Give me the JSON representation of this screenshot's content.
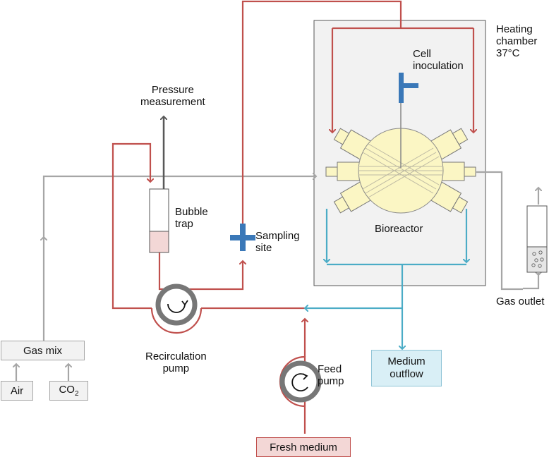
{
  "labels": {
    "heating_chamber": [
      "Heating",
      "chamber",
      "37°C"
    ],
    "cell_inoculation": [
      "Cell",
      "inoculation"
    ],
    "pressure_measurement": [
      "Pressure",
      "measurement"
    ],
    "bubble_trap": [
      "Bubble",
      "trap"
    ],
    "sampling_site": [
      "Sampling",
      "site"
    ],
    "bioreactor": "Bioreactor",
    "gas_outlet": "Gas outlet",
    "recirculation_pump": [
      "Recirculation",
      "pump"
    ],
    "feed_pump": [
      "Feed",
      "pump"
    ]
  },
  "boxes": {
    "gas_mix": "Gas mix",
    "air": "Air",
    "co2_main": "CO",
    "co2_sub": "2",
    "medium_outflow": [
      "Medium",
      "outflow"
    ],
    "fresh_medium": "Fresh medium"
  },
  "colors": {
    "medium_line": "#c0504d",
    "gas_line": "#a6a6a6",
    "outflow_line": "#4bacc6",
    "pressure_line": "#595959",
    "valve": "#3a78b8",
    "chamber_fill": "#f2f2f2",
    "bioreactor_fill": "#fbf6c4",
    "medium_outflow_fill": "#d9eff6",
    "fresh_medium_fill": "#f3d7d6"
  }
}
